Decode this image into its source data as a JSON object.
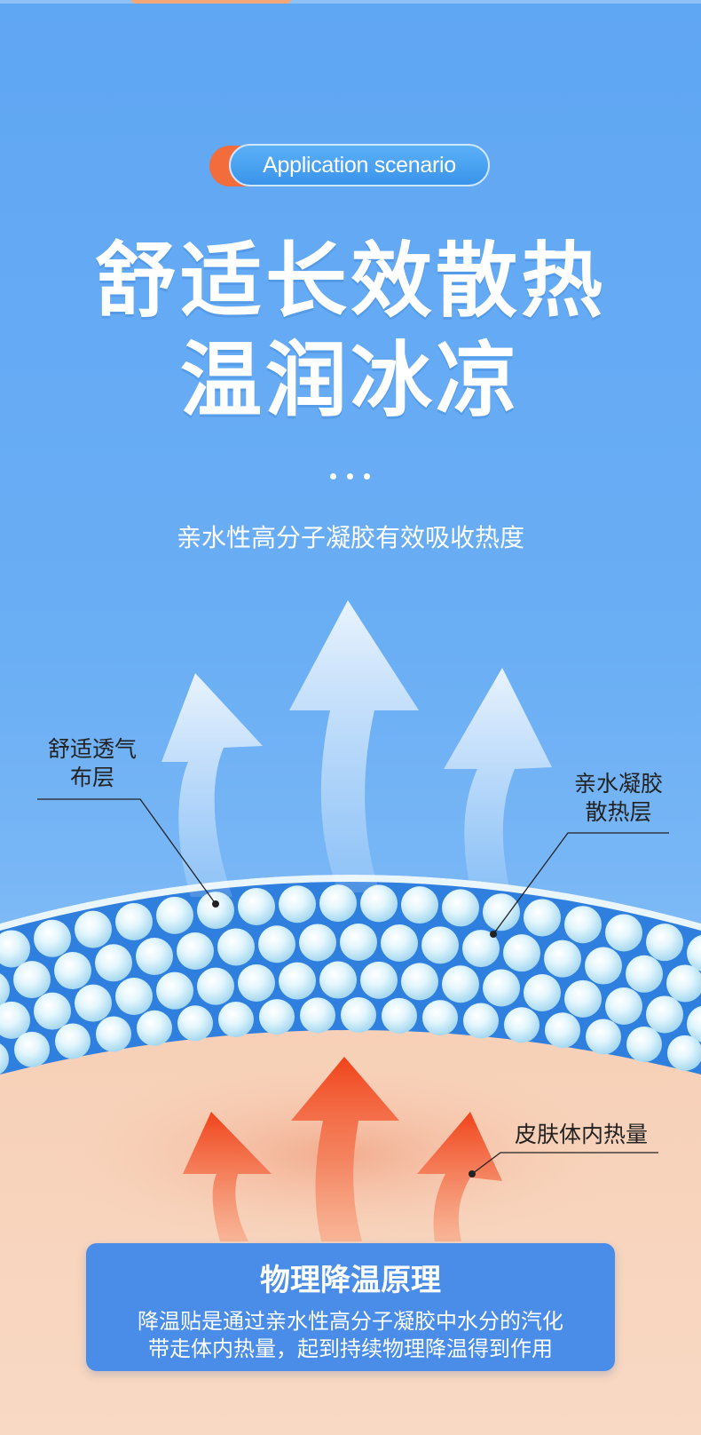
{
  "badge": {
    "label": "Application scenario"
  },
  "headline": {
    "line1": "舒适长效散热",
    "line2": "温润冰凉"
  },
  "subtitle": "亲水性高分子凝胶有效吸收热度",
  "diagram": {
    "label_fabric": [
      "舒适透气",
      "布层"
    ],
    "label_gel": [
      "亲水凝胶",
      "散热层"
    ],
    "label_skin": "皮肤体内热量",
    "icons": [
      "cool-arrow-icon",
      "heat-arrow-icon",
      "gel-bead-icon"
    ]
  },
  "info_card": {
    "title": "物理降温原理",
    "line1": "降温贴是通过亲水性高分子凝胶中水分的汽化",
    "line2": "带走体内热量，起到持续物理降温得到作用"
  },
  "colors": {
    "sky": "#5fa6f3",
    "badge_orange": "#f26c3c",
    "gel_band": "#2f7fde",
    "skin": "#f6cdb3",
    "heat_arrow": "#f04a1e",
    "card": "#4a8de8"
  }
}
